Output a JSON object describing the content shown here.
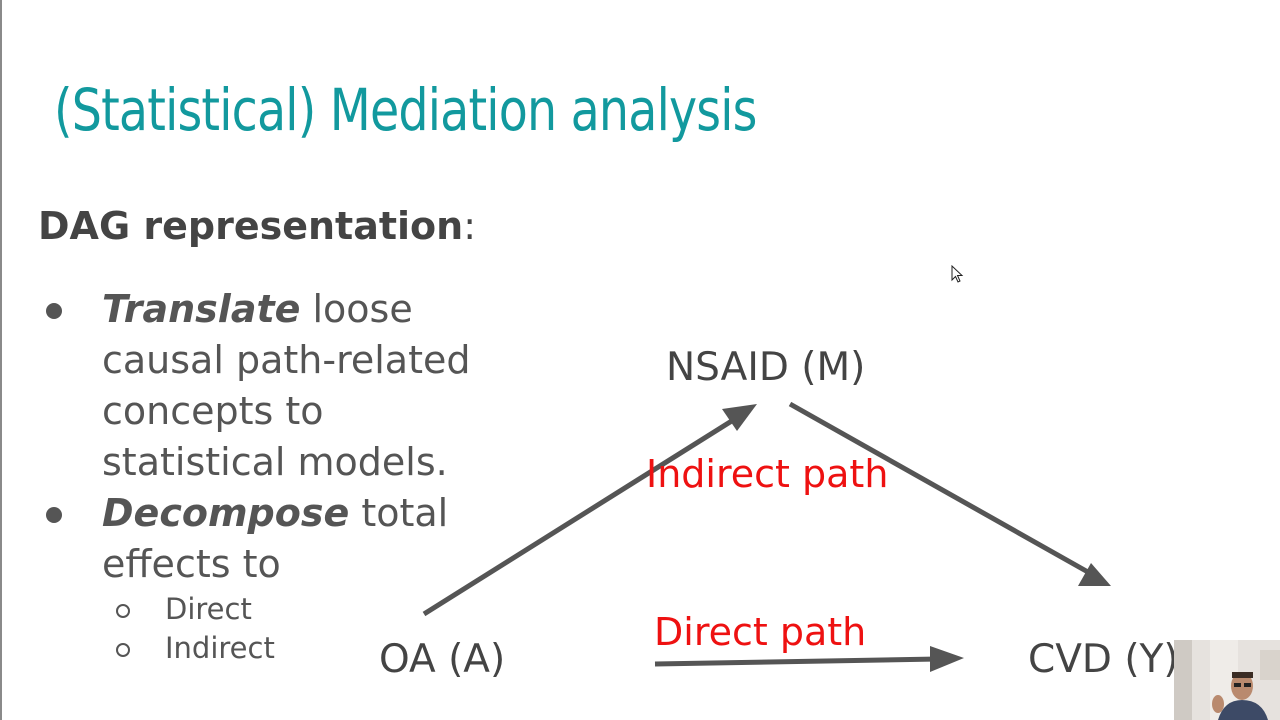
{
  "slide": {
    "title": "(Statistical) Mediation analysis",
    "subheading": {
      "bold": "DAG representation",
      "suffix": ":"
    },
    "bullets": [
      {
        "emphasis": "Translate",
        "text": " loose causal path-related concepts to statistical models."
      },
      {
        "emphasis": "Decompose",
        "text": " total effects to"
      }
    ],
    "subbullets": [
      "Direct",
      "Indirect"
    ]
  },
  "diagram": {
    "nodes": {
      "mediator": "NSAID (M)",
      "exposure": "OA (A)",
      "outcome": "CVD (Y)"
    },
    "paths": {
      "indirect": "Indirect path",
      "direct": "Direct path"
    },
    "colors": {
      "node_text": "#444444",
      "path_label": "#ee1111",
      "arrow": "#555555",
      "title": "#12999e"
    }
  }
}
